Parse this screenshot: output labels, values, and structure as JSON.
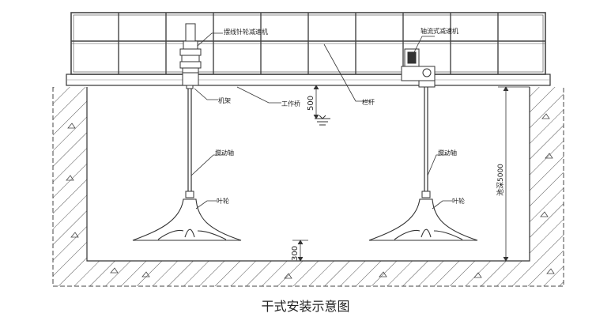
{
  "labels": {
    "reducer_left": "摆线针轮减速机",
    "reducer_right": "轴流式减速机",
    "frame": "机架",
    "work_bridge": "工作桥",
    "railing": "栏杆",
    "dim_500": "500",
    "shaft_left": "搅动轴",
    "shaft_right": "搅动轴",
    "depth": "池深5000",
    "impeller_left": "叶轮",
    "impeller_right": "叶轮",
    "dim_300": "300"
  },
  "caption": "干式安装示意图"
}
